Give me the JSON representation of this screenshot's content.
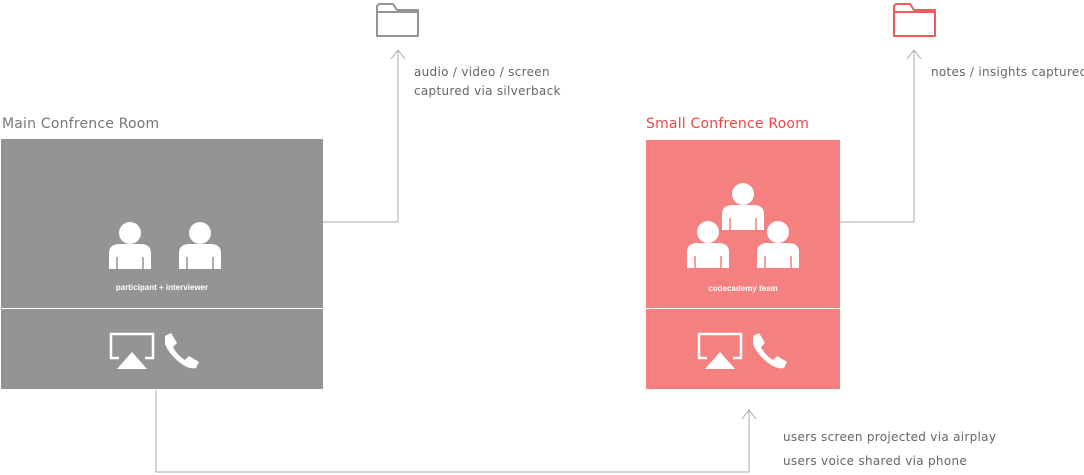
{
  "main_room": {
    "title": "Main Confrence Room",
    "people_label": "participant + interviewer",
    "color": "#949494"
  },
  "small_room": {
    "title": "Small Confrence Room",
    "people_label": "codecademy team",
    "color": "#f58080"
  },
  "main_folder": {
    "icon": "folder-icon",
    "color": "#949494",
    "caption_lines": [
      "audio / video / screen",
      "captured via silverback"
    ]
  },
  "small_folder": {
    "icon": "folder-icon",
    "color": "#f05a5a",
    "caption_lines": [
      "notes / insights captured"
    ]
  },
  "bottom_caption": {
    "lines": [
      "users screen projected via airplay",
      "users voice shared via phone"
    ]
  },
  "colors": {
    "connector": "#aaaaaa",
    "text": "#666666",
    "main_title": "#777777",
    "small_title": "#ee4444"
  },
  "icons": [
    "person-icon",
    "airplay-icon",
    "phone-icon",
    "folder-icon",
    "arrow-head-icon"
  ]
}
